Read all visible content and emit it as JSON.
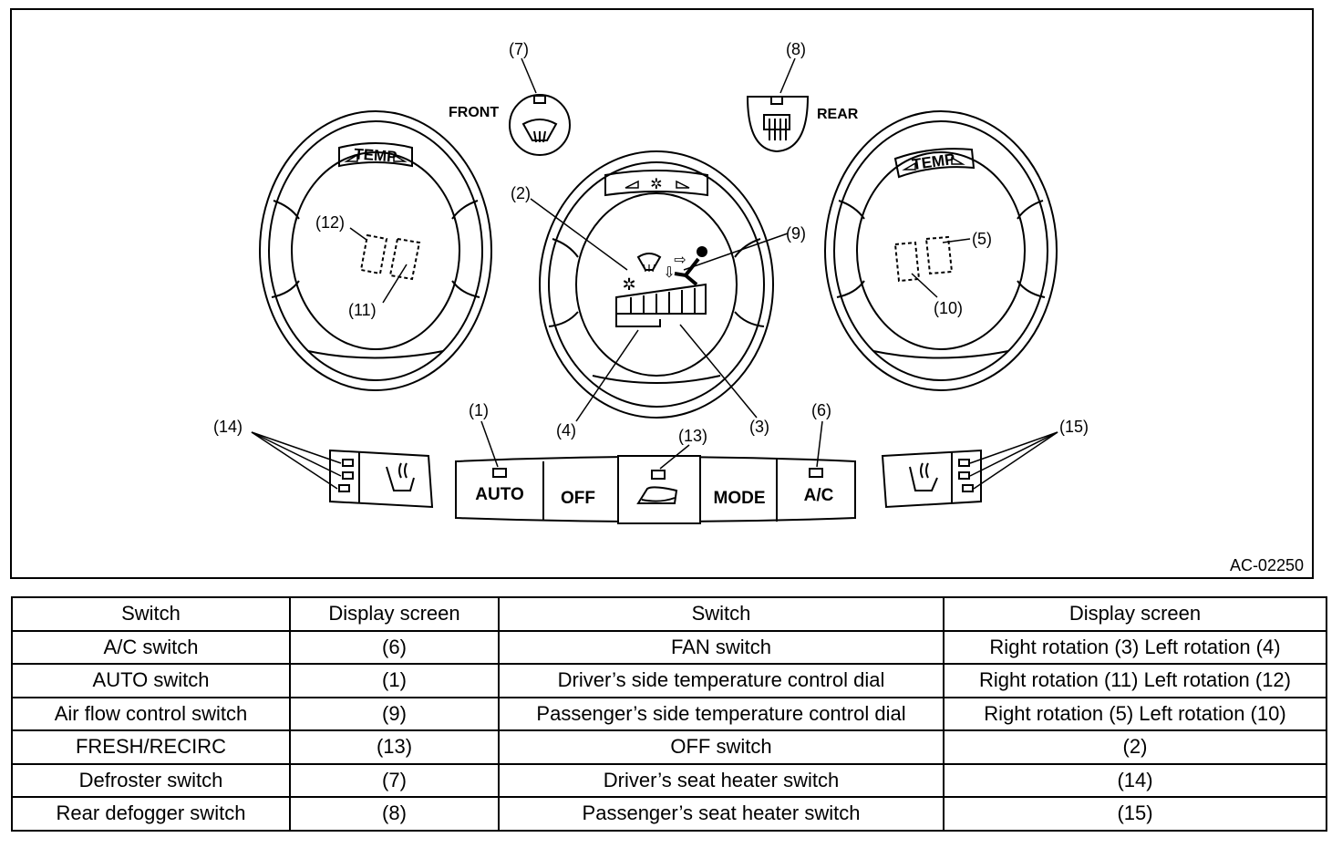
{
  "figure_code": "AC-02250",
  "panel": {
    "front_label": "FRONT",
    "rear_label": "REAR",
    "temp_label": "TEMP",
    "buttons": {
      "auto": "AUTO",
      "off": "OFF",
      "mode": "MODE",
      "ac": "A/C"
    }
  },
  "callouts": {
    "c1": "(1)",
    "c2": "(2)",
    "c3": "(3)",
    "c4": "(4)",
    "c5": "(5)",
    "c6": "(6)",
    "c7": "(7)",
    "c8": "(8)",
    "c9": "(9)",
    "c10": "(10)",
    "c11": "(11)",
    "c12": "(12)",
    "c13": "(13)",
    "c14": "(14)",
    "c15": "(15)"
  },
  "table": {
    "headers": [
      "Switch",
      "Display screen",
      "Switch",
      "Display screen"
    ],
    "rows": [
      [
        "A/C switch",
        "(6)",
        "FAN switch",
        "Right rotation (3) Left rotation (4)"
      ],
      [
        "AUTO switch",
        "(1)",
        "Driver’s side temperature control dial",
        "Right rotation (11) Left rotation (12)"
      ],
      [
        "Air flow control switch",
        "(9)",
        "Passenger’s side temperature control dial",
        "Right rotation (5) Left rotation (10)"
      ],
      [
        "FRESH/RECIRC",
        "(13)",
        "OFF switch",
        "(2)"
      ],
      [
        "Defroster switch",
        "(7)",
        "Driver’s seat heater switch",
        "(14)"
      ],
      [
        "Rear defogger switch",
        "(8)",
        "Passenger’s seat heater switch",
        "(15)"
      ]
    ]
  }
}
